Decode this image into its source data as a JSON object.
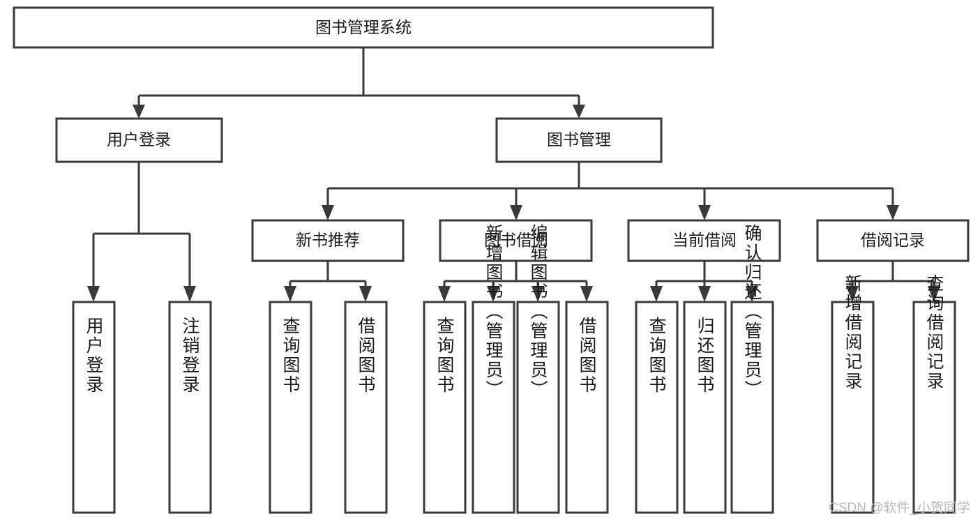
{
  "diagram": {
    "title": "图书管理系统",
    "type": "hierarchy-tree",
    "colors": {
      "box_fill": "#ffffff",
      "box_stroke": "#3a3a3a",
      "text": "#1a1a1a",
      "background": "#ffffff",
      "watermark": "#b9b9b9"
    },
    "root": {
      "label": "图书管理系统"
    },
    "level2": [
      {
        "label": "用户登录"
      },
      {
        "label": "图书管理"
      }
    ],
    "level3": [
      {
        "label": "新书推荐"
      },
      {
        "label": "图书借阅"
      },
      {
        "label": "当前借阅"
      },
      {
        "label": "借阅记录"
      }
    ],
    "leaves": {
      "user_login": [
        {
          "label": "用户登录"
        },
        {
          "label": "注销登录"
        }
      ],
      "new_book_recommend": [
        {
          "label": "查询图书"
        },
        {
          "label": "借阅图书"
        }
      ],
      "book_borrow": [
        {
          "label": "查询图书"
        },
        {
          "label": "新增图书（管理员）"
        },
        {
          "label": "编辑图书（管理员）"
        },
        {
          "label": "借阅图书"
        }
      ],
      "current_borrow": [
        {
          "label": "查询图书"
        },
        {
          "label": "归还图书"
        },
        {
          "label": "确认归还（管理员）"
        }
      ],
      "borrow_record": [
        {
          "label": "新增借阅记录"
        },
        {
          "label": "查询借阅记录"
        }
      ]
    }
  },
  "watermark": {
    "text": "CSDN @软件_小贺同学"
  }
}
